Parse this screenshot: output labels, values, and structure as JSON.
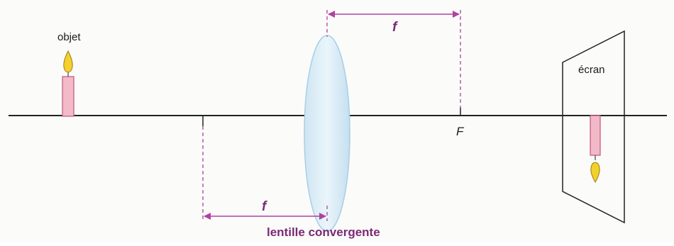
{
  "labels": {
    "object": "objet",
    "screen": "écran",
    "focal_top": "f",
    "focal_bottom": "f",
    "focal_point": "F",
    "lens": "lentille convergente"
  },
  "colors": {
    "axis": "#222222",
    "dimension": "#b0429f",
    "focal_text": "#7a2a73",
    "lens_fill": "#d6eaf5",
    "lens_stroke": "#a7cfe6",
    "candle_body": "#f2b9c8",
    "candle_stroke": "#c0577a",
    "flame": "#f3d12c",
    "screen_stroke": "#222222"
  }
}
